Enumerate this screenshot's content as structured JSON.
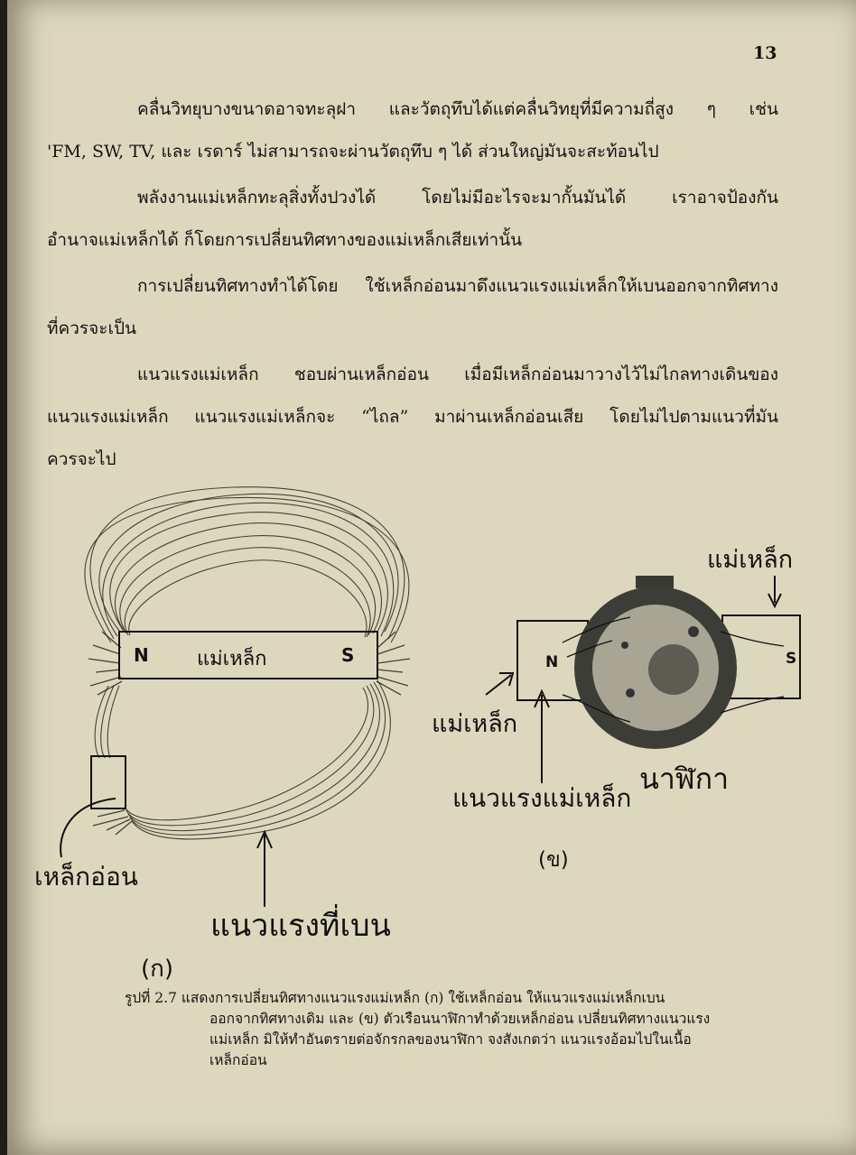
{
  "page_number": "13",
  "paragraphs": [
    {
      "lines": [
        "คลื่นวิทยุบางขนาดอาจทะลุฝา   และวัตถุทึบได้แต่คลื่นวิทยุที่มีความถี่สูง ๆ  เช่น",
        "'FM, SW,  TV, และ เรดาร์  ไม่สามารถจะผ่านวัตถุทึบ ๆ ได้  ส่วนใหญ่มันจะสะท้อนไป"
      ]
    },
    {
      "lines": [
        "พลังงานแม่เหล็กทะลุสิ่งทั้งปวงได้   โดยไม่มีอะไรจะมากั้นมันได้   เราอาจป้องกัน",
        "อำนาจแม่เหล็กได้  ก็โดยการเปลี่ยนทิศทางของแม่เหล็กเสียเท่านั้น"
      ]
    },
    {
      "lines": [
        "การเปลี่ยนทิศทางทำได้โดย  ใช้เหล็กอ่อนมาดึงแนวแรงแม่เหล็กให้เบนออกจากทิศทาง",
        "ที่ควรจะเป็น"
      ]
    },
    {
      "lines": [
        "แนวแรงแม่เหล็ก   ชอบผ่านเหล็กอ่อน   เมื่อมีเหล็กอ่อนมาวางไว้ไม่ไกลทางเดินของ",
        "แนวแรงแม่เหล็ก   แนวแรงแม่เหล็กจะ  “ไถล”  มาผ่านเหล็กอ่อนเสีย   โดยไม่ไปตามแนวที่มัน",
        "ควรจะไป"
      ]
    }
  ],
  "figure_a": {
    "magnet_n": "N",
    "magnet_label": "แม่เหล็ก",
    "magnet_s": "S",
    "soft_iron_label": "เหล็กอ่อน",
    "bent_lines_label": "แนวแรงที่เบน",
    "panel_label": "(ก)"
  },
  "figure_b": {
    "magnet_top_label": "แม่เหล็ก",
    "magnet_left_label": "แม่เหล็ก",
    "magnet_n": "N",
    "magnet_s": "S",
    "force_lines_label": "แนวแรงแม่เหล็ก",
    "watch_label": "นาฬิกา",
    "panel_label": "(ข)"
  },
  "caption": {
    "lines": [
      "รูปที่ 2.7  แสดงการเปลี่ยนทิศทางแนวแรงแม่เหล็ก  (ก)  ใช้เหล็กอ่อน  ให้แนวแรงแม่เหล็กเบน",
      "ออกจากทิศทางเดิม  และ  (ข)  ตัวเรือนนาฬิกาทำด้วยเหล็กอ่อน  เปลี่ยนทิศทางแนวแรง",
      "แม่เหล็ก   มิให้ทำอันตรายต่อจักรกลของนาฬิกา   จงสังเกตว่า   แนวแรงอ้อมไปในเนื้อ",
      "เหล็กอ่อน"
    ]
  }
}
